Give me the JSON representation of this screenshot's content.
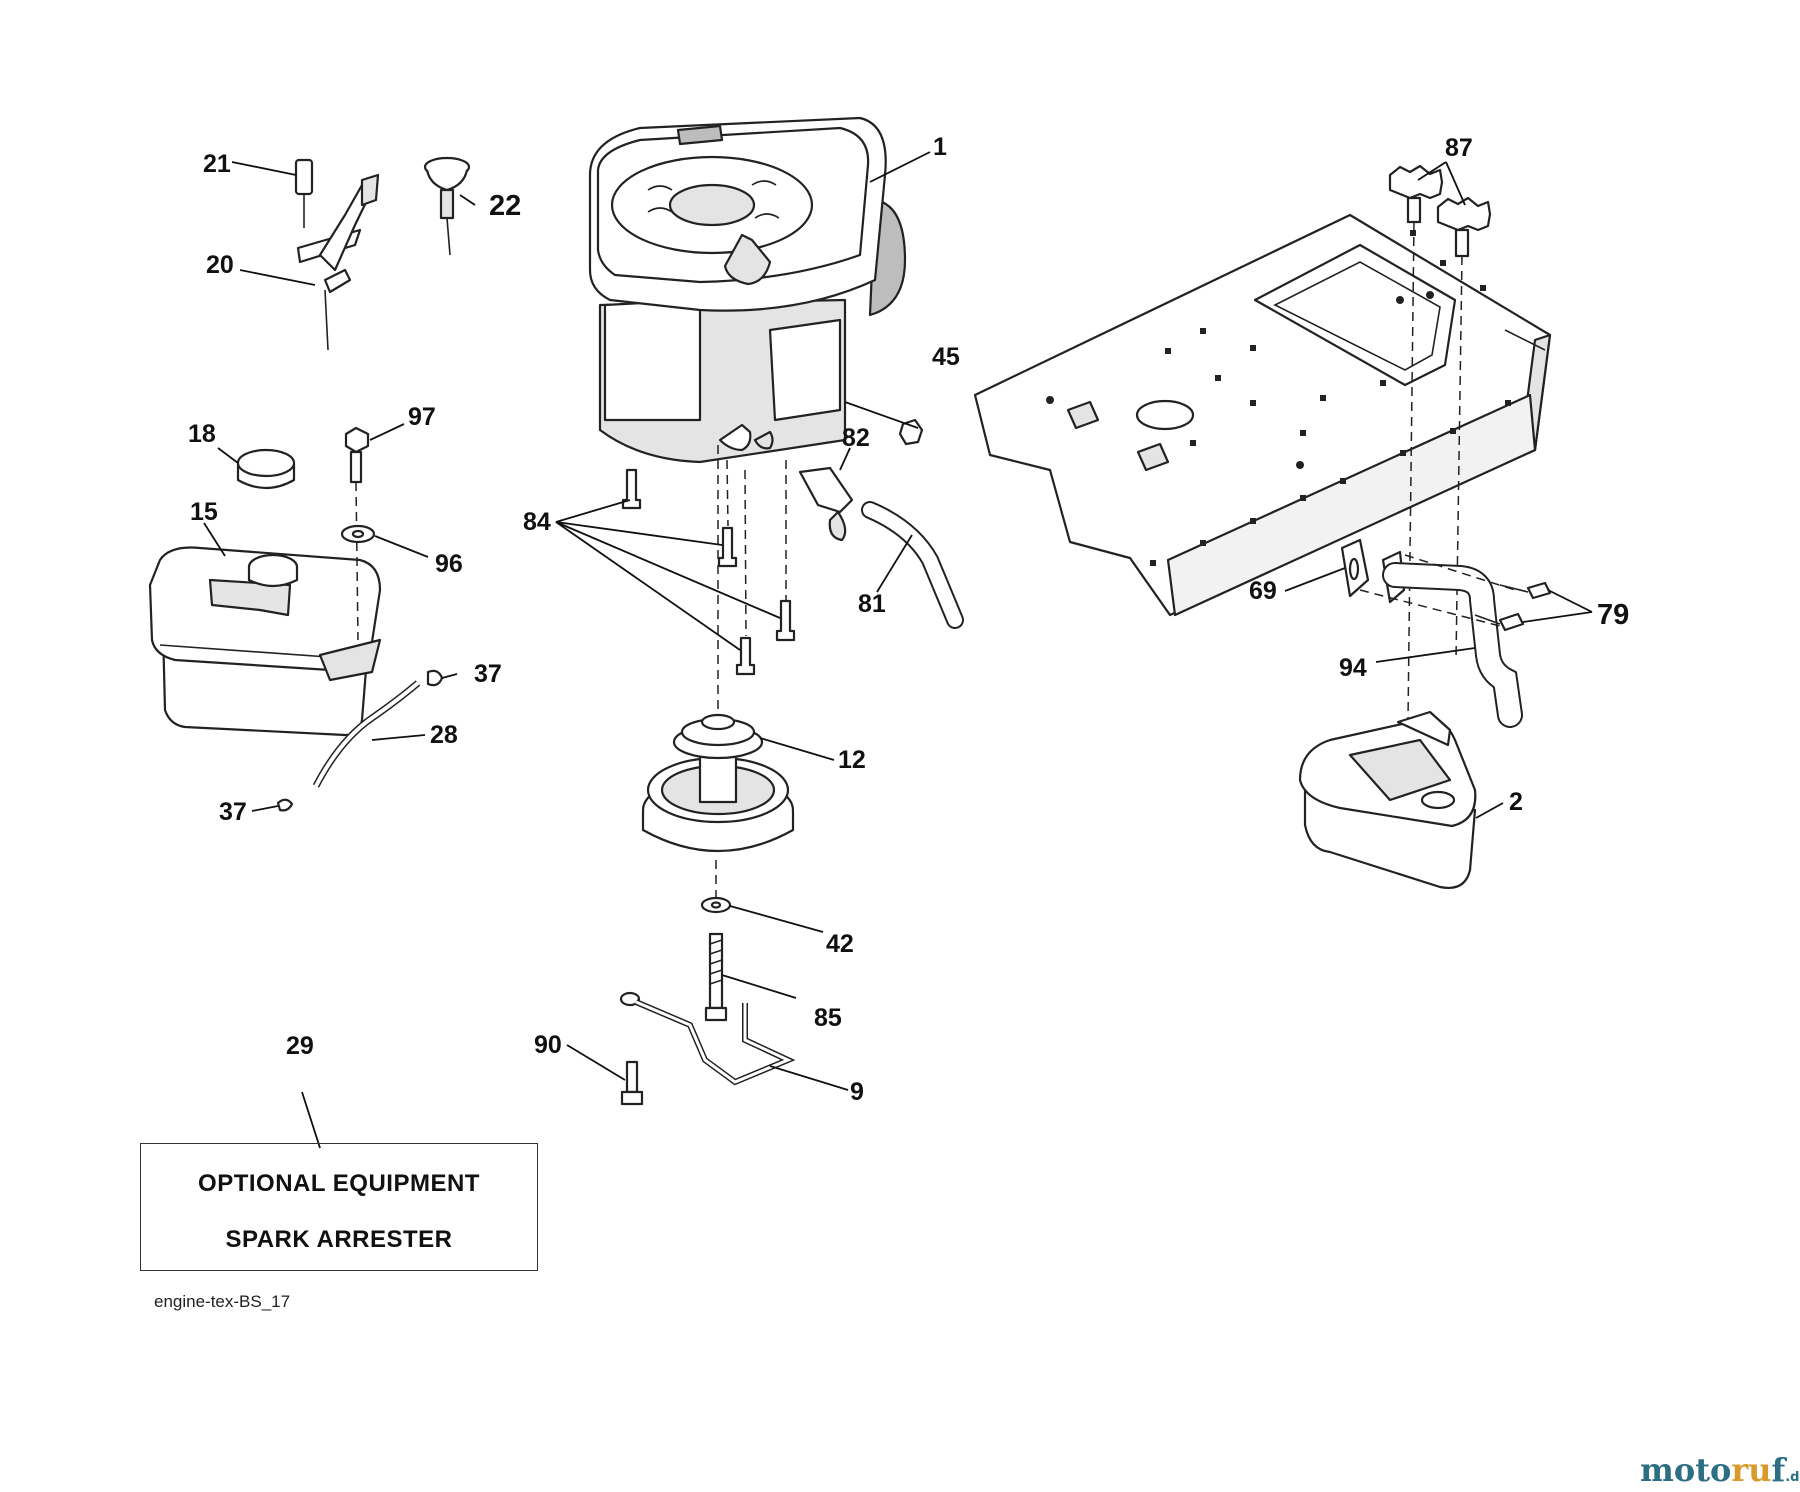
{
  "labels": [
    {
      "id": "1",
      "text": "1"
    },
    {
      "id": "2",
      "text": "2"
    },
    {
      "id": "9",
      "text": "9"
    },
    {
      "id": "12",
      "text": "12"
    },
    {
      "id": "15",
      "text": "15"
    },
    {
      "id": "18",
      "text": "18"
    },
    {
      "id": "20",
      "text": "20"
    },
    {
      "id": "21",
      "text": "21"
    },
    {
      "id": "22",
      "text": "22"
    },
    {
      "id": "28",
      "text": "28"
    },
    {
      "id": "29",
      "text": "29"
    },
    {
      "id": "37a",
      "text": "37"
    },
    {
      "id": "37b",
      "text": "37"
    },
    {
      "id": "42",
      "text": "42"
    },
    {
      "id": "45",
      "text": "45"
    },
    {
      "id": "69",
      "text": "69"
    },
    {
      "id": "79",
      "text": "79"
    },
    {
      "id": "81",
      "text": "81"
    },
    {
      "id": "82",
      "text": "82"
    },
    {
      "id": "84",
      "text": "84"
    },
    {
      "id": "85",
      "text": "85"
    },
    {
      "id": "87",
      "text": "87"
    },
    {
      "id": "90",
      "text": "90"
    },
    {
      "id": "94",
      "text": "94"
    },
    {
      "id": "96",
      "text": "96"
    },
    {
      "id": "97",
      "text": "97"
    }
  ],
  "note": {
    "line1": "OPTIONAL EQUIPMENT",
    "line2": "SPARK ARRESTER"
  },
  "diagram_code": "engine-tex-BS_17",
  "watermark": {
    "part1": "moto",
    "part2": "ru",
    "part3": "f",
    "tld": ".de"
  },
  "colors": {
    "line": "#222222",
    "watermark_blue": "#2c6e84",
    "watermark_orange": "#d89a2a"
  }
}
